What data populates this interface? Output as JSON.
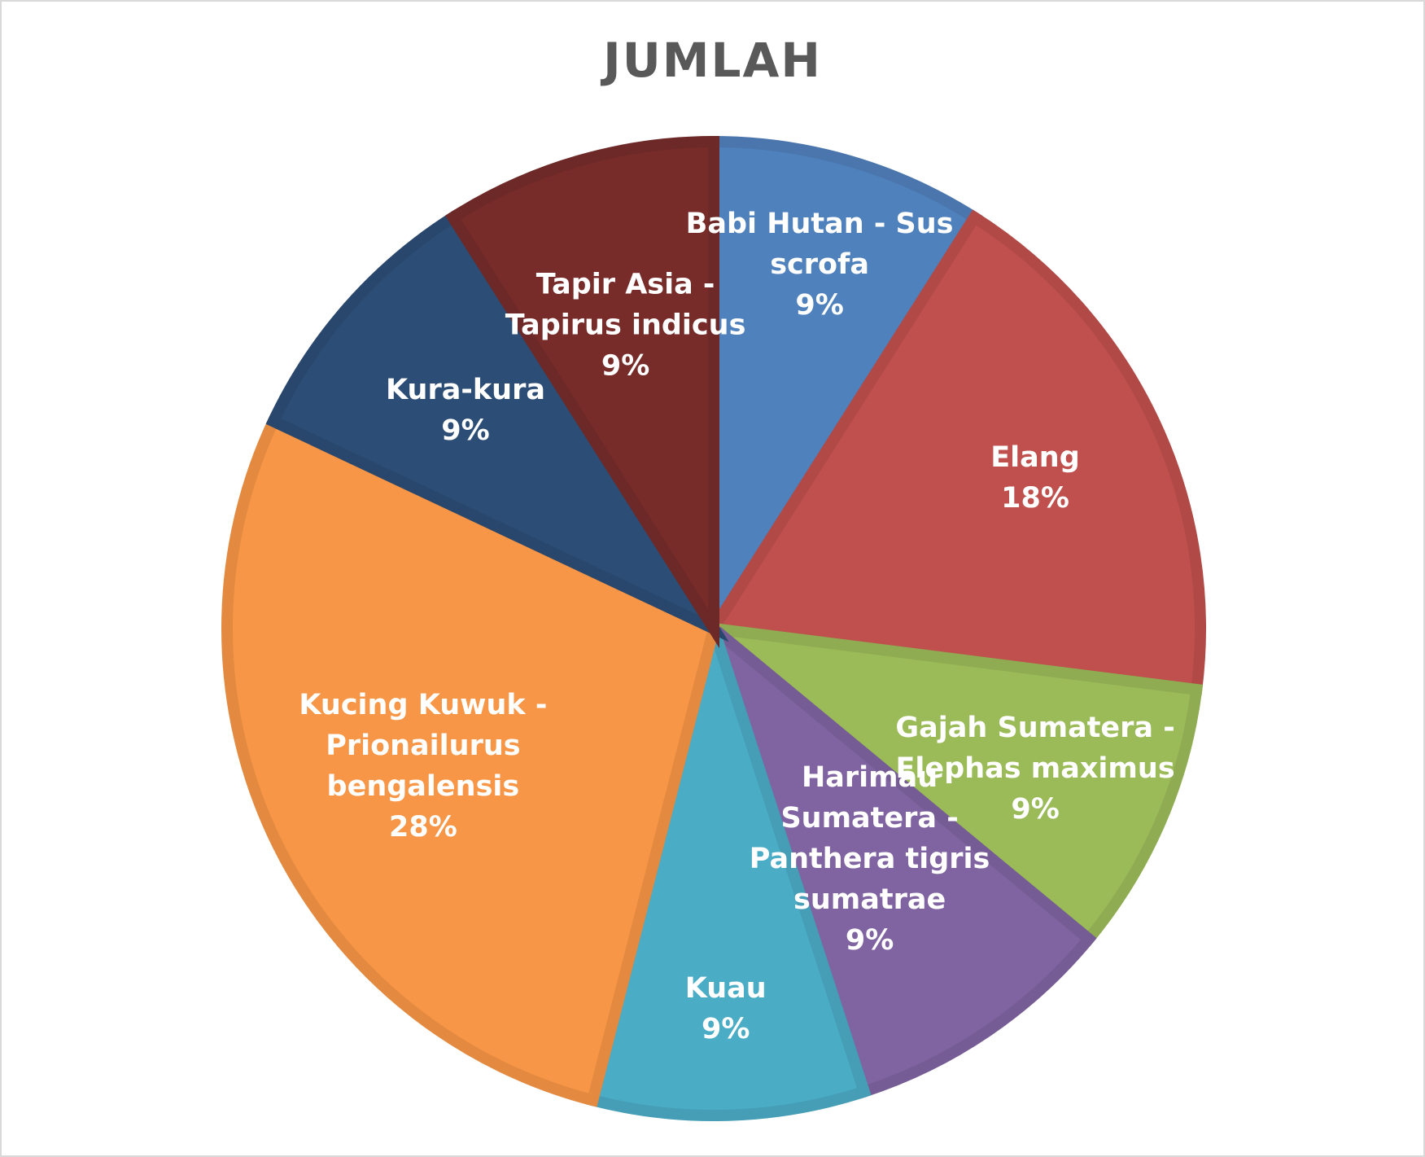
{
  "chart_data": {
    "type": "pie",
    "title": "JUMLAH",
    "start_angle": 0,
    "direction": "clockwise",
    "slices": [
      {
        "label_lines": [
          "Babi Hutan - Sus",
          "scrofa"
        ],
        "percent_label": "9%",
        "value": 9,
        "color": "#4F81BD",
        "edge": "#4A76AD"
      },
      {
        "label_lines": [
          "Elang"
        ],
        "percent_label": "18%",
        "value": 18,
        "color": "#C0504D",
        "edge": "#B14A47"
      },
      {
        "label_lines": [
          "Gajah Sumatera -",
          "Elephas maximus"
        ],
        "percent_label": "9%",
        "value": 9,
        "color": "#9BBB59",
        "edge": "#8FAC52"
      },
      {
        "label_lines": [
          "Harimau",
          "Sumatera -",
          "Panthera tigris",
          "sumatrae"
        ],
        "percent_label": "9%",
        "value": 9,
        "color": "#8064A2",
        "edge": "#765C95"
      },
      {
        "label_lines": [
          "Kuau"
        ],
        "percent_label": "9%",
        "value": 9,
        "color": "#4BACC6",
        "edge": "#459EB6"
      },
      {
        "label_lines": [
          "Kucing Kuwuk -",
          "Prionailurus",
          "bengalensis"
        ],
        "percent_label": "28%",
        "value": 28,
        "color": "#F79646",
        "edge": "#E38A40"
      },
      {
        "label_lines": [
          "Kura-kura"
        ],
        "percent_label": "9%",
        "value": 9,
        "color": "#2C4D75",
        "edge": "#29476C"
      },
      {
        "label_lines": [
          "Tapir Asia -",
          "Tapirus indicus"
        ],
        "percent_label": "9%",
        "value": 9,
        "color": "#772C2A",
        "edge": "#6D2927"
      }
    ]
  }
}
